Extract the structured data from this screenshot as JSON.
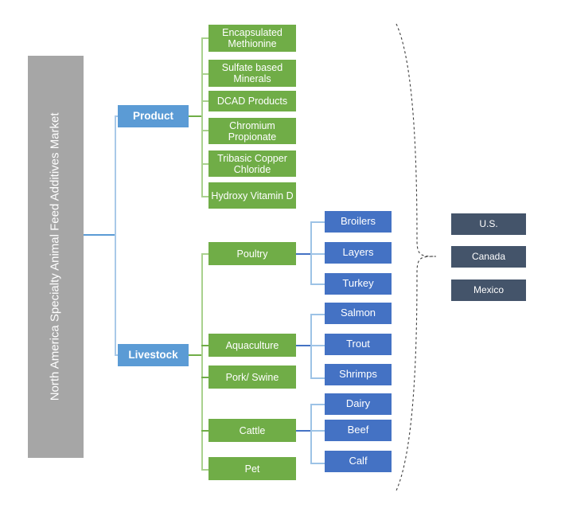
{
  "root": {
    "label": "North America Specialty Animal Feed Additives Market"
  },
  "branches": [
    {
      "label": "Product"
    },
    {
      "label": "Livestock"
    }
  ],
  "product_segments": [
    {
      "label": "Encapsulated Methionine"
    },
    {
      "label": "Sulfate based Minerals"
    },
    {
      "label": "DCAD Products"
    },
    {
      "label": "Chromium Propionate"
    },
    {
      "label": "Tribasic Copper Chloride"
    },
    {
      "label": "Hydroxy Vitamin D"
    }
  ],
  "livestock_segments": [
    {
      "label": "Poultry"
    },
    {
      "label": "Aquaculture"
    },
    {
      "label": "Pork/ Swine"
    },
    {
      "label": "Cattle"
    },
    {
      "label": "Pet"
    }
  ],
  "sub_segments": [
    {
      "label": "Broilers"
    },
    {
      "label": "Layers"
    },
    {
      "label": "Turkey"
    },
    {
      "label": "Salmon"
    },
    {
      "label": "Trout"
    },
    {
      "label": "Shrimps"
    },
    {
      "label": "Dairy"
    },
    {
      "label": "Beef"
    },
    {
      "label": "Calf"
    }
  ],
  "regions": [
    {
      "label": "U.S."
    },
    {
      "label": "Canada"
    },
    {
      "label": "Mexico"
    }
  ],
  "colors": {
    "root_gray": "#a6a6a6",
    "branch_blue": "#5b9bd5",
    "segment_green": "#70ad47",
    "sub_blue": "#4472c4",
    "region_dark": "#44546a",
    "background": "#ffffff",
    "brace_dash": "#3f3f3f"
  }
}
